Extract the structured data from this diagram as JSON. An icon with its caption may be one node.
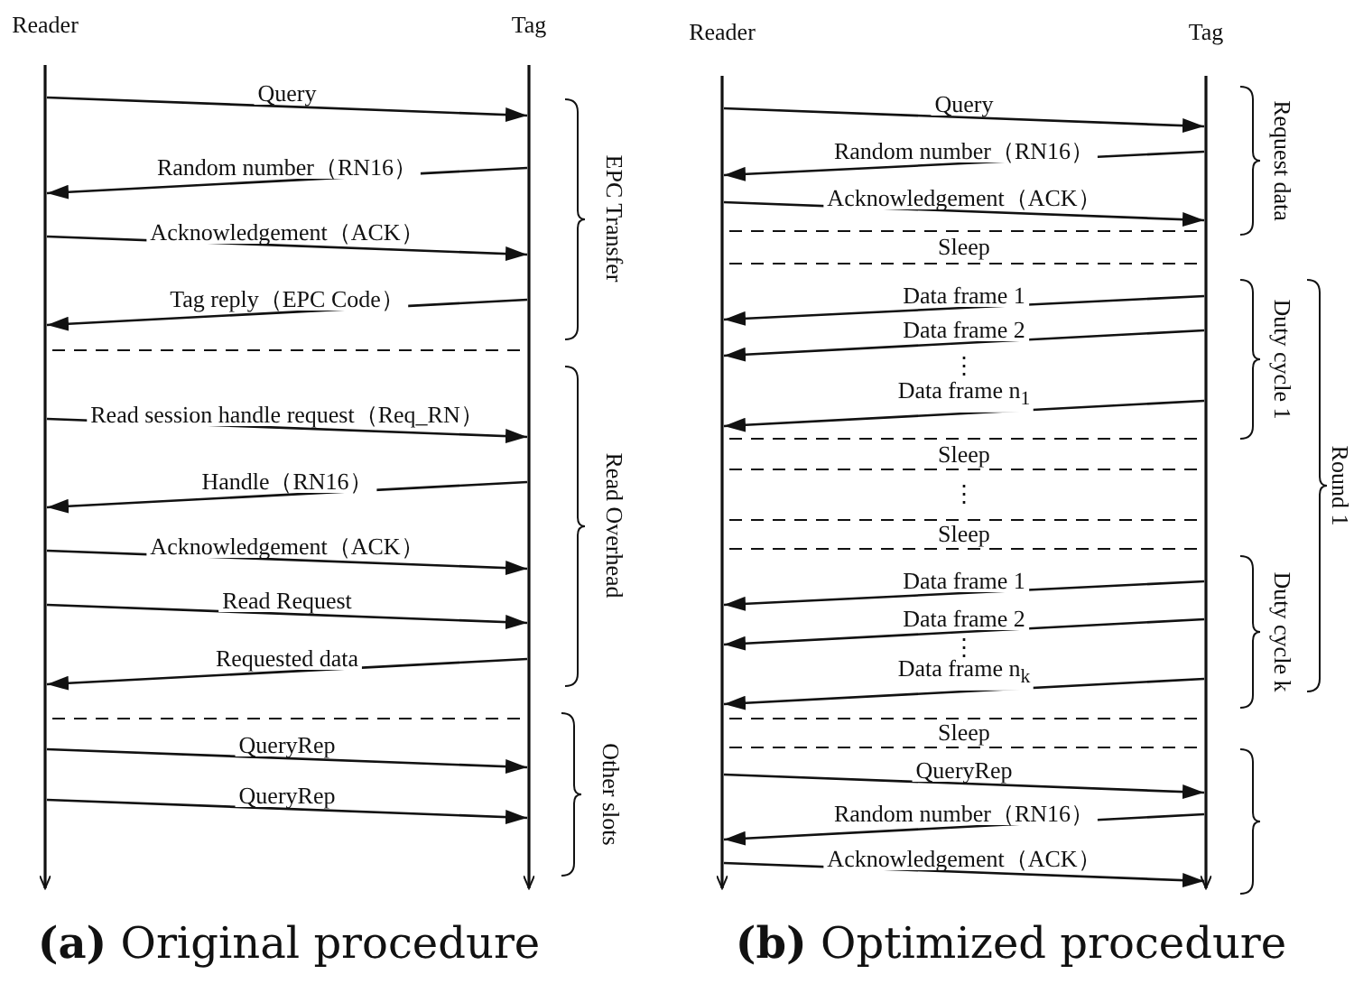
{
  "diagram": {
    "nodes": [
      {
        "text": [
          "Reader"
        ]
      },
      {
        "text": [
          "Tag"
        ]
      },
      {
        "text": [
          "Reader"
        ]
      },
      {
        "text": [
          "Tag"
        ]
      }
    ],
    "edges": [
      {
        "from": 0,
        "to": 1,
        "arrow": "to",
        "label": "Query"
      },
      {
        "from": 1,
        "to": 0,
        "arrow": "to",
        "label": "Random number（RN16）"
      },
      {
        "from": 0,
        "to": 1,
        "arrow": "to",
        "label": "Acknowledgement（ACK）"
      },
      {
        "from": 1,
        "to": 0,
        "arrow": "to",
        "label": "Tag reply（EPC Code）"
      },
      {
        "from": 0,
        "to": 1,
        "arrow": "to",
        "label": "Read session handle request（Req_RN）"
      },
      {
        "from": 1,
        "to": 0,
        "arrow": "to",
        "label": "Handle（RN16）"
      },
      {
        "from": 0,
        "to": 1,
        "arrow": "to",
        "label": "Acknowledgement（ACK）"
      },
      {
        "from": 0,
        "to": 1,
        "arrow": "to",
        "label": "Read Request"
      },
      {
        "from": 1,
        "to": 0,
        "arrow": "to",
        "label": "Requested data"
      },
      {
        "from": 0,
        "to": 1,
        "arrow": "to",
        "label": "QueryRep"
      },
      {
        "from": 0,
        "to": 1,
        "arrow": "to",
        "label": "QueryRep"
      },
      {
        "from": 2,
        "to": 3,
        "arrow": "to",
        "label": "Query"
      },
      {
        "from": 3,
        "to": 2,
        "arrow": "to",
        "label": "Random number（RN16）"
      },
      {
        "from": 2,
        "to": 3,
        "arrow": "to",
        "label": "Acknowledgement（ACK）"
      },
      {
        "from": 3,
        "to": 2,
        "arrow": "to",
        "label": "Data frame 1"
      },
      {
        "from": 3,
        "to": 2,
        "arrow": "to",
        "label": "Data frame 2"
      },
      {
        "from": 3,
        "to": 2,
        "arrow": "to",
        "label": "Data frame n$_{1}$"
      },
      {
        "from": 3,
        "to": 2,
        "arrow": "to",
        "label": "Data frame 1"
      },
      {
        "from": 3,
        "to": 2,
        "arrow": "to",
        "label": "Data frame 2"
      },
      {
        "from": 3,
        "to": 2,
        "arrow": "to",
        "label": "Data frame n$_{k}$"
      },
      {
        "from": 2,
        "to": 3,
        "arrow": "to",
        "label": "QueryRep"
      },
      {
        "from": 3,
        "to": 2,
        "arrow": "to",
        "label": "Random number（RN16）"
      },
      {
        "from": 2,
        "to": 3,
        "arrow": "to",
        "label": "Acknowledgement（ACK）"
      }
    ],
    "labels": [
      "EPC Transfer",
      "Read Overhead",
      "Other slots",
      "**(a)** Original procedure",
      "Request data",
      "Sleep",
      "⋮",
      "Duty cycle 1",
      "Sleep",
      "⋮",
      "Round 1",
      "Sleep",
      "⋮",
      "Duty cycle k",
      "Sleep",
      "**(b)** Optimized procedure"
    ]
  }
}
